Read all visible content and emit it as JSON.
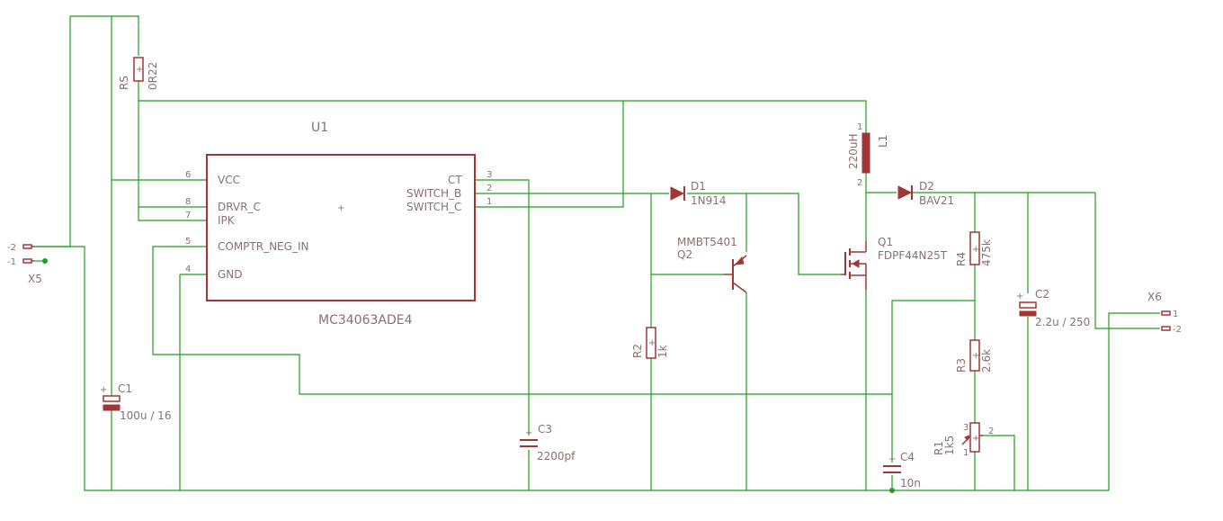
{
  "ic": {
    "ref": "U1",
    "value": "MC34063ADE4",
    "left_pins": [
      {
        "num": "6",
        "name": "VCC"
      },
      {
        "num": "8",
        "name": "DRVR_C"
      },
      {
        "num": "7",
        "name": "IPK"
      },
      {
        "num": "5",
        "name": "COMPTR_NEG_IN"
      },
      {
        "num": "4",
        "name": "GND"
      }
    ],
    "right_pins": [
      {
        "num": "3",
        "name": "CT"
      },
      {
        "num": "2",
        "name": "SWITCH_B"
      },
      {
        "num": "1",
        "name": "SWITCH_C"
      }
    ]
  },
  "components": {
    "rs": {
      "ref": "RS",
      "value": "0R22"
    },
    "l1": {
      "ref": "L1",
      "value": "220uH",
      "pin1": "1",
      "pin2": "2"
    },
    "d1": {
      "ref": "D1",
      "value": "1N914"
    },
    "d2": {
      "ref": "D2",
      "value": "BAV21"
    },
    "q1": {
      "ref": "Q1",
      "value": "FDPF44N25T"
    },
    "q2": {
      "ref": "Q2",
      "value": "MMBT5401"
    },
    "r2": {
      "ref": "R2",
      "value": "1k"
    },
    "r3": {
      "ref": "R3",
      "value": "2.6k"
    },
    "r4": {
      "ref": "R4",
      "value": "475k"
    },
    "r1": {
      "ref": "R1",
      "value": "1k5",
      "pin1": "1",
      "pin2": "2",
      "pin3": "3"
    },
    "c1": {
      "ref": "C1",
      "value": "100u / 16"
    },
    "c2": {
      "ref": "C2",
      "value": "2.2u / 250"
    },
    "c3": {
      "ref": "C3",
      "value": "2200pf"
    },
    "c4": {
      "ref": "C4",
      "value": "10n"
    }
  },
  "connectors": {
    "x5": {
      "ref": "X5",
      "pin_minus": "-2",
      "pin_plus": "-1"
    },
    "x6": {
      "ref": "X6",
      "pin_plus": "1",
      "pin_minus": "-2"
    }
  },
  "colors": {
    "wire": "#1e9e1e",
    "part": "#a03636",
    "label": "#8a7070"
  }
}
